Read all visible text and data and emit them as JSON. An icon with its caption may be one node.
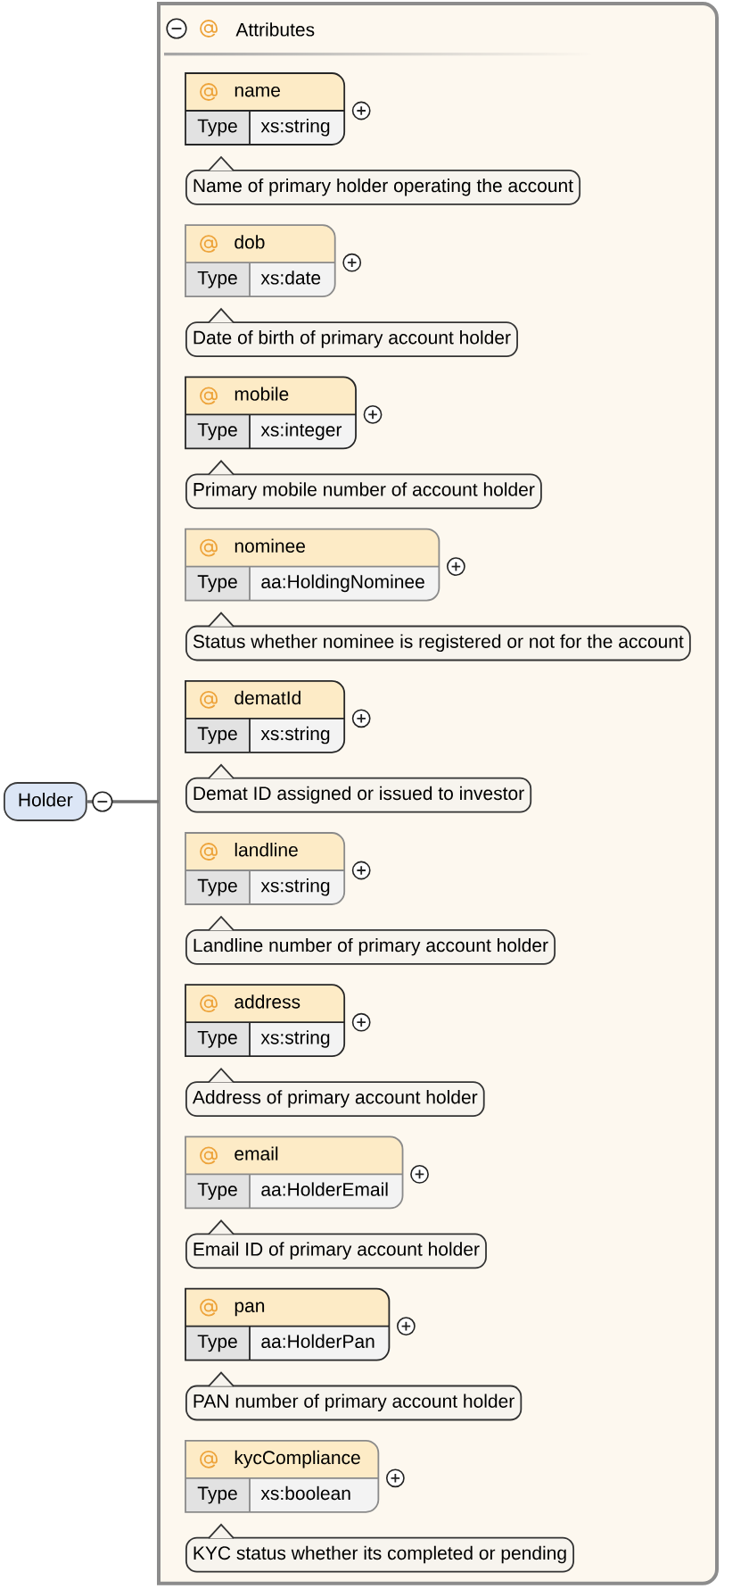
{
  "diagram": {
    "nodes": [
      {
        "text": [
          "Holder"
        ]
      },
      {
        "text": [
          "Attributes"
        ]
      },
      {
        "text": [
          "name",
          "Type",
          "xs:string"
        ],
        "in": 1
      },
      {
        "text": [
          "Name of primary holder operating the account"
        ],
        "in": 1
      },
      {
        "text": [
          "dob",
          "Type",
          "xs:date"
        ],
        "in": 1
      },
      {
        "text": [
          "Date of birth of primary account holder"
        ],
        "in": 1
      },
      {
        "text": [
          "mobile",
          "Type",
          "xs:integer"
        ],
        "in": 1
      },
      {
        "text": [
          "Primary mobile number of account holder"
        ],
        "in": 1
      },
      {
        "text": [
          "nominee",
          "Type",
          "aa:HoldingNominee"
        ],
        "in": 1
      },
      {
        "text": [
          "Status whether nominee is registered or not for the account"
        ],
        "in": 1
      },
      {
        "text": [
          "dematId",
          "Type",
          "xs:string"
        ],
        "in": 1
      },
      {
        "text": [
          "Demat ID assigned or issued to investor"
        ],
        "in": 1
      },
      {
        "text": [
          "landline",
          "Type",
          "xs:string"
        ],
        "in": 1
      },
      {
        "text": [
          "Landline number of primary account holder"
        ],
        "in": 1
      },
      {
        "text": [
          "address",
          "Type",
          "xs:string"
        ],
        "in": 1
      },
      {
        "text": [
          "Address of primary account holder"
        ],
        "in": 1
      },
      {
        "text": [
          "email",
          "Type",
          "aa:HolderEmail"
        ],
        "in": 1
      },
      {
        "text": [
          "Email ID of primary account holder"
        ],
        "in": 1
      },
      {
        "text": [
          "pan",
          "Type",
          "aa:HolderPan"
        ],
        "in": 1
      },
      {
        "text": [
          "PAN number of primary account holder"
        ],
        "in": 1
      },
      {
        "text": [
          "kycCompliance",
          "Type",
          "xs:boolean"
        ],
        "in": 1
      },
      {
        "text": [
          "KYC status whether its completed or pending"
        ],
        "in": 1
      }
    ],
    "edges": [
      {
        "from": 0,
        "to": 1,
        "arrow": "none"
      }
    ]
  }
}
